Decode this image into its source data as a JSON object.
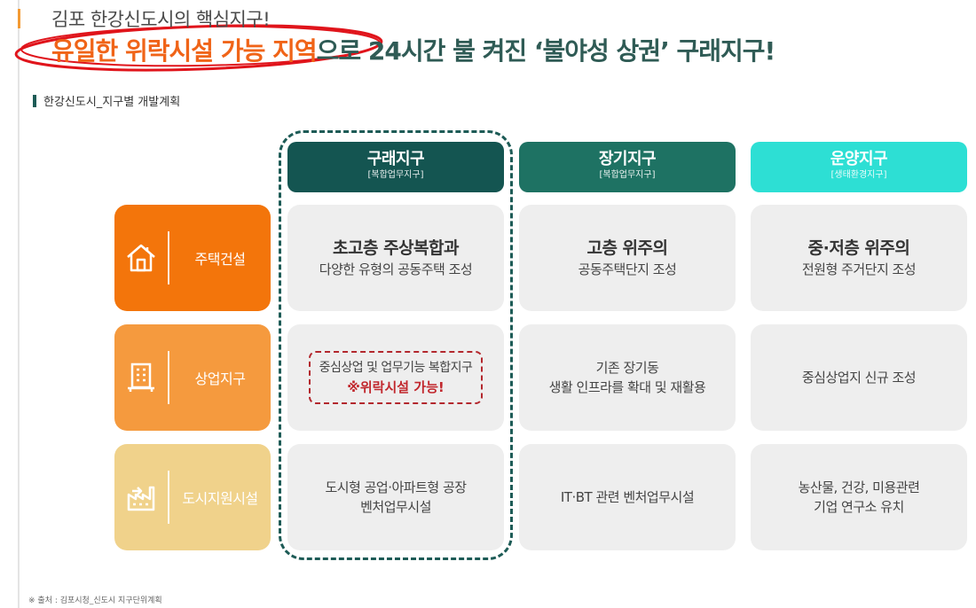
{
  "header": {
    "line1": "김포 한강신도시의 핵심지구!",
    "line2_orange": "유일한 위락시설 가능 지역",
    "line2_green": "으로 24시간 불 켜진 ‘불야성 상권’ 구래지구!"
  },
  "subheading": "한강신도시_지구별 개발계획",
  "columns": [
    {
      "name": "구래지구",
      "sub": "[복합업무지구]",
      "color": "#145551"
    },
    {
      "name": "장기지구",
      "sub": "[복합업무지구]",
      "color": "#1e7263"
    },
    {
      "name": "운양지구",
      "sub": "[생태환경지구]",
      "color": "#2ddfd4"
    }
  ],
  "rows": [
    {
      "label": "주택건설",
      "color": "#f3750b",
      "icon": "house-icon"
    },
    {
      "label": "상업지구",
      "color": "#f59a3e",
      "icon": "building-icon"
    },
    {
      "label": "도시지원시설",
      "color": "#f0d28b",
      "icon": "factory-icon"
    }
  ],
  "cells": {
    "r0c0": {
      "title": "초고층 주상복합과",
      "desc": "다양한 유형의 공동주택 조성"
    },
    "r0c1": {
      "title": "고층 위주의",
      "desc": "공동주택단지 조성"
    },
    "r0c2": {
      "title": "중·저층 위주의",
      "desc": "전원형 주거단지 조성"
    },
    "r1c0": {
      "desc": "중심상업 및 업무기능 복합지구",
      "highlight": "※위락시설 가능!"
    },
    "r1c1": {
      "desc1": "기존 장기동",
      "desc2": "생활 인프라를 확대 및 재활용"
    },
    "r1c2": {
      "desc": "중심상업지 신규 조성"
    },
    "r2c0": {
      "desc1": "도시형 공업·아파트형 공장",
      "desc2": "벤처업무시설"
    },
    "r2c1": {
      "desc": "IT·BT 관련 벤처업무시설"
    },
    "r2c2": {
      "desc1": "농산물, 건강, 미용관련",
      "desc2": "기업 연구소 유치"
    }
  },
  "footnote": "※ 출처 : 김포시청_신도시 지구단위계획"
}
